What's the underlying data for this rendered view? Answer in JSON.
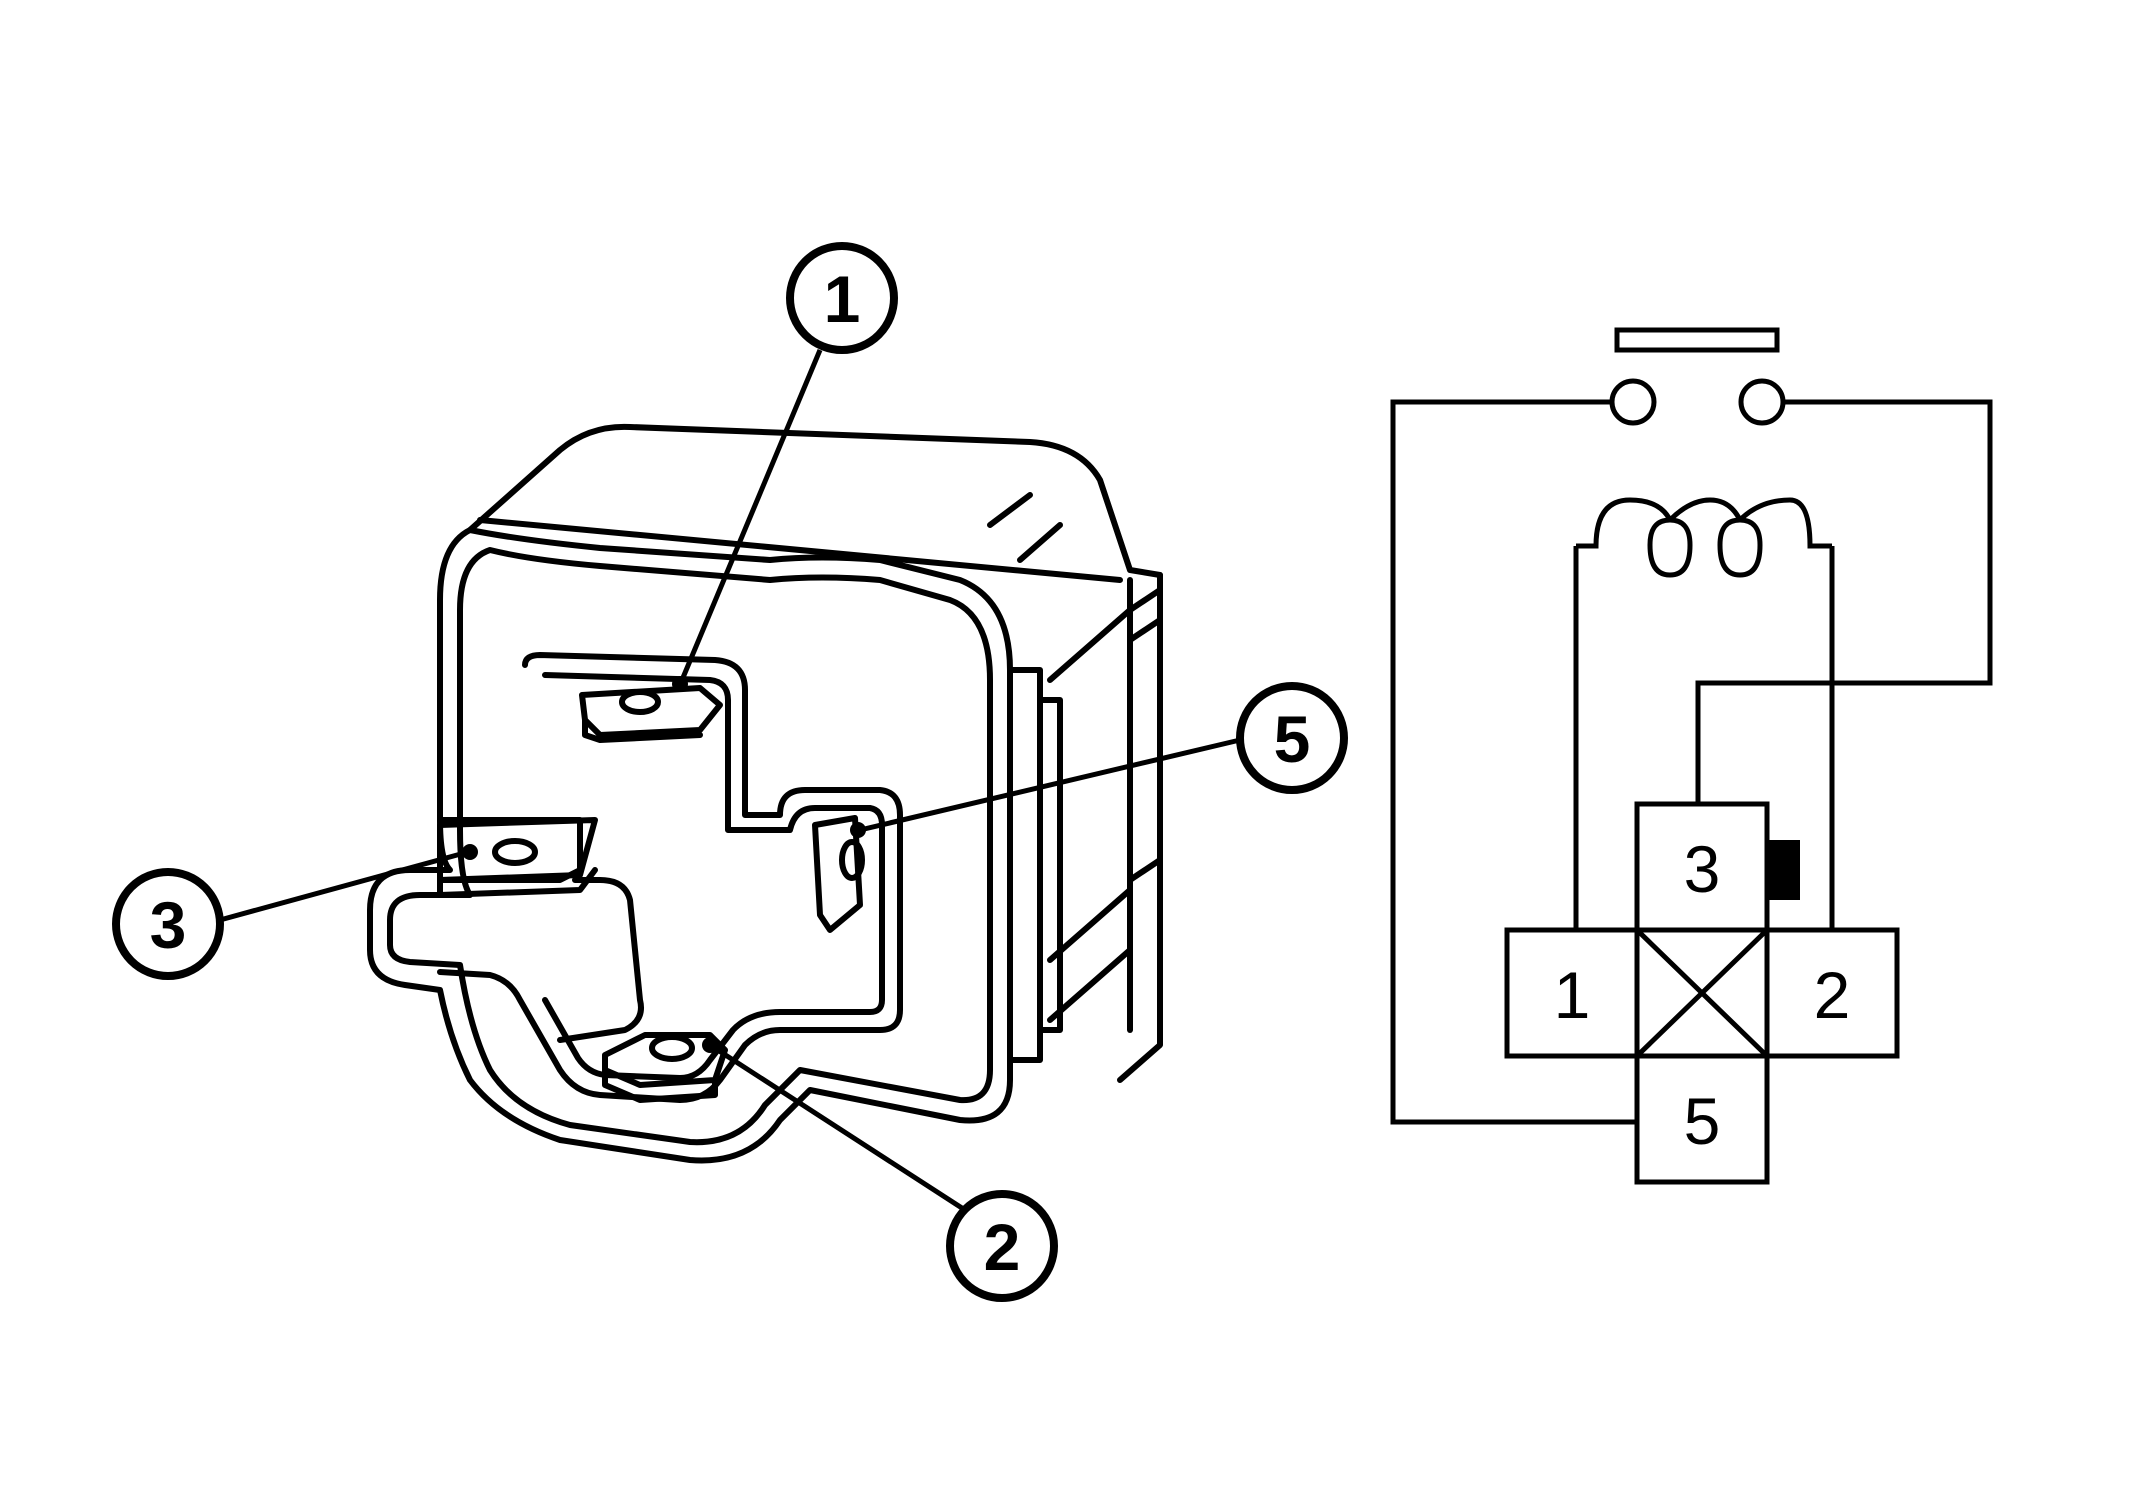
{
  "diagram": {
    "ink_color": "#000000",
    "background_color": "#ffffff",
    "relay_illustration": {
      "callouts": {
        "pin1": "1",
        "pin2": "2",
        "pin3": "3",
        "pin5": "5"
      }
    },
    "schematic": {
      "pins": {
        "pin1": "1",
        "pin2": "2",
        "pin3": "3",
        "pin5": "5"
      },
      "components": [
        "switch-contacts",
        "coil",
        "connector-pin-layout"
      ]
    }
  }
}
